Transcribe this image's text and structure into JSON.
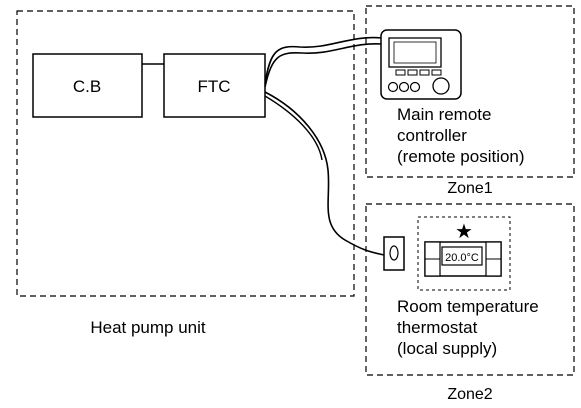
{
  "heat_pump_unit": {
    "label": "Heat pump unit",
    "components": {
      "cb": "C.B",
      "ftc": "FTC"
    }
  },
  "zone1": {
    "label": "Zone1",
    "device_label_lines": [
      "Main remote",
      "controller",
      "(remote position)"
    ]
  },
  "zone2": {
    "label": "Zone2",
    "display_value": "20.0°C",
    "marker": "★",
    "device_label_lines": [
      "Room temperature",
      "thermostat",
      "(local supply)"
    ]
  }
}
